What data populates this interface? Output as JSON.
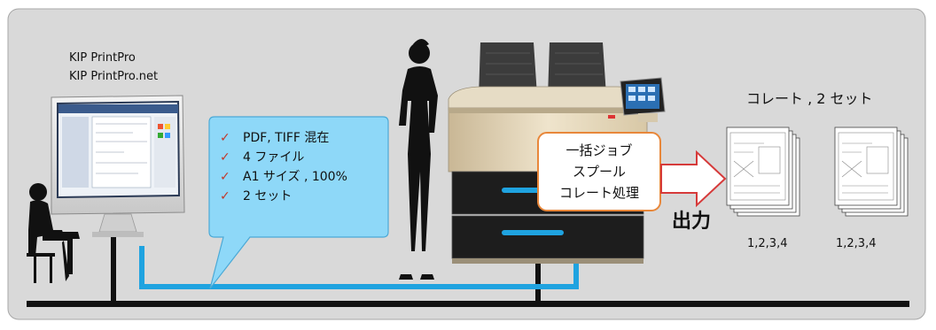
{
  "software": {
    "lines": [
      "KIP PrintPro",
      "KIP PrintPro.net"
    ]
  },
  "job_settings": {
    "items": [
      "PDF, TIFF 混在",
      "4 ファイル",
      "A1 サイズ , 100%",
      "2 セット"
    ],
    "check_glyph": "✓",
    "check_color": "#c0392b",
    "bubble_color": "#8ed8f8"
  },
  "process_box": {
    "lines": [
      "一括ジョブ",
      "スプール",
      "コレート処理"
    ],
    "border_color": "#e8873a"
  },
  "output": {
    "label": "出力",
    "arrow_fill": "#ffffff",
    "arrow_stroke": "#d63a3a"
  },
  "collated": {
    "title": "コレート , 2 セット",
    "sets": [
      {
        "sequence": "1,2,3,4"
      },
      {
        "sequence": "1,2,3,4"
      }
    ]
  },
  "network": {
    "line_color": "#1fa3e0",
    "bus_color": "#111111"
  },
  "background_color": "#d9d9d9",
  "icons": [
    "seated-user-icon",
    "monitor-icon",
    "standing-user-icon",
    "wide-format-printer-icon",
    "document-stack-icon"
  ]
}
